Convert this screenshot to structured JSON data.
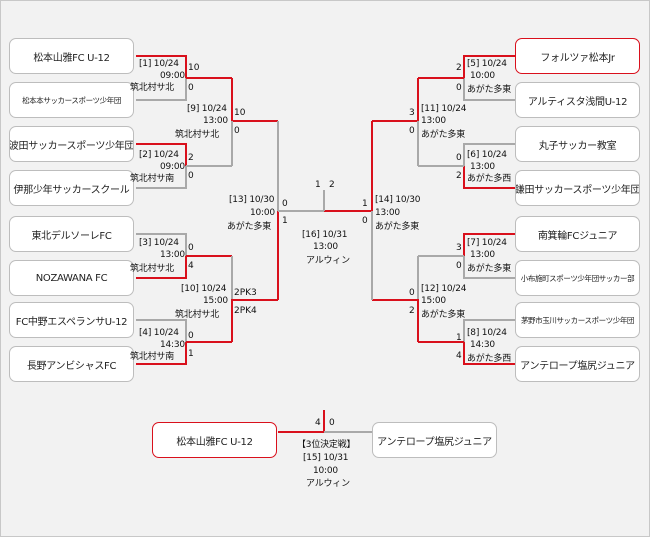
{
  "teams": {
    "l1": "松本山雅FC U-12",
    "l2": "松本本サッカースポーツ少年団",
    "l3": "波田サッカースポーツ少年団",
    "l4": "伊那少年サッカースクール",
    "l5": "東北デルソーレFC",
    "l6": "NOZAWANA FC",
    "l7": "FC中野エスペランサU-12",
    "l8": "長野アンビシャスFC",
    "r1": "フォルツァ松本Jr",
    "r2": "アルティスタ浅間U-12",
    "r3": "丸子サッカー教室",
    "r4": "鎌田サッカースポーツ少年団",
    "r5": "南箕輪FCジュニア",
    "r6": "小布施町スポーツ少年団サッカー部",
    "r7": "茅野市玉川サッカースポーツ少年団",
    "r8": "アンテロープ塩尻ジュニア",
    "t1": "松本山雅FC U-12",
    "t2": "アンテロープ塩尻ジュニア"
  },
  "matches": {
    "m1": {
      "id": "[1] 10/24",
      "time": "09:00",
      "venue": "筑北村サ北"
    },
    "m2": {
      "id": "[2] 10/24",
      "time": "09:00",
      "venue": "筑北村サ南"
    },
    "m3": {
      "id": "[3] 10/24",
      "time": "13:00",
      "venue": "筑北村サ北"
    },
    "m4": {
      "id": "[4] 10/24",
      "time": "14:30",
      "venue": "筑北村サ南"
    },
    "m5": {
      "id": "[5] 10/24",
      "time": "10:00",
      "venue": "あがた多東"
    },
    "m6": {
      "id": "[6] 10/24",
      "time": "13:00",
      "venue": "あがた多西"
    },
    "m7": {
      "id": "[7] 10/24",
      "time": "13:00",
      "venue": "あがた多東"
    },
    "m8": {
      "id": "[8] 10/24",
      "time": "14:30",
      "venue": "あがた多西"
    },
    "m9": {
      "id": "[9] 10/24",
      "time": "13:00",
      "venue": "筑北村サ北"
    },
    "m10": {
      "id": "[10] 10/24",
      "time": "15:00",
      "venue": "筑北村サ北"
    },
    "m11": {
      "id": "[11] 10/24",
      "time": "13:00",
      "venue": "あがた多東"
    },
    "m12": {
      "id": "[12] 10/24",
      "time": "15:00",
      "venue": "あがた多東"
    },
    "m13": {
      "id": "[13] 10/30",
      "time": "10:00",
      "venue": "あがた多東"
    },
    "m14": {
      "id": "[14] 10/30",
      "time": "13:00",
      "venue": "あがた多東"
    },
    "m16": {
      "id": "[16] 10/31",
      "time": "13:00",
      "venue": "アルウィン"
    },
    "m15": {
      "title": "【3位決定戦】",
      "id": "[15] 10/31",
      "time": "10:00",
      "venue": "アルウィン"
    }
  },
  "scores": {
    "m1a": "10",
    "m1b": "0",
    "m2a": "2",
    "m2b": "0",
    "m3a": "0",
    "m3b": "4",
    "m4a": "0",
    "m4b": "1",
    "m5a": "2",
    "m5b": "0",
    "m6a": "0",
    "m6b": "2",
    "m7a": "3",
    "m7b": "0",
    "m8a": "1",
    "m8b": "4",
    "m9a": "10",
    "m9b": "0",
    "m10a": "2PK3",
    "m10b": "2PK4",
    "m11a": "3",
    "m11b": "0",
    "m12a": "0",
    "m12b": "2",
    "m13a": "0",
    "m13b": "1",
    "m14a": "1",
    "m14b": "0",
    "m16a": "1",
    "m16b": "2",
    "m15a": "4",
    "m15b": "0"
  },
  "colors": {
    "win": "#d9101c",
    "lose": "#a9a9a9",
    "bg": "#f2f2f2"
  }
}
